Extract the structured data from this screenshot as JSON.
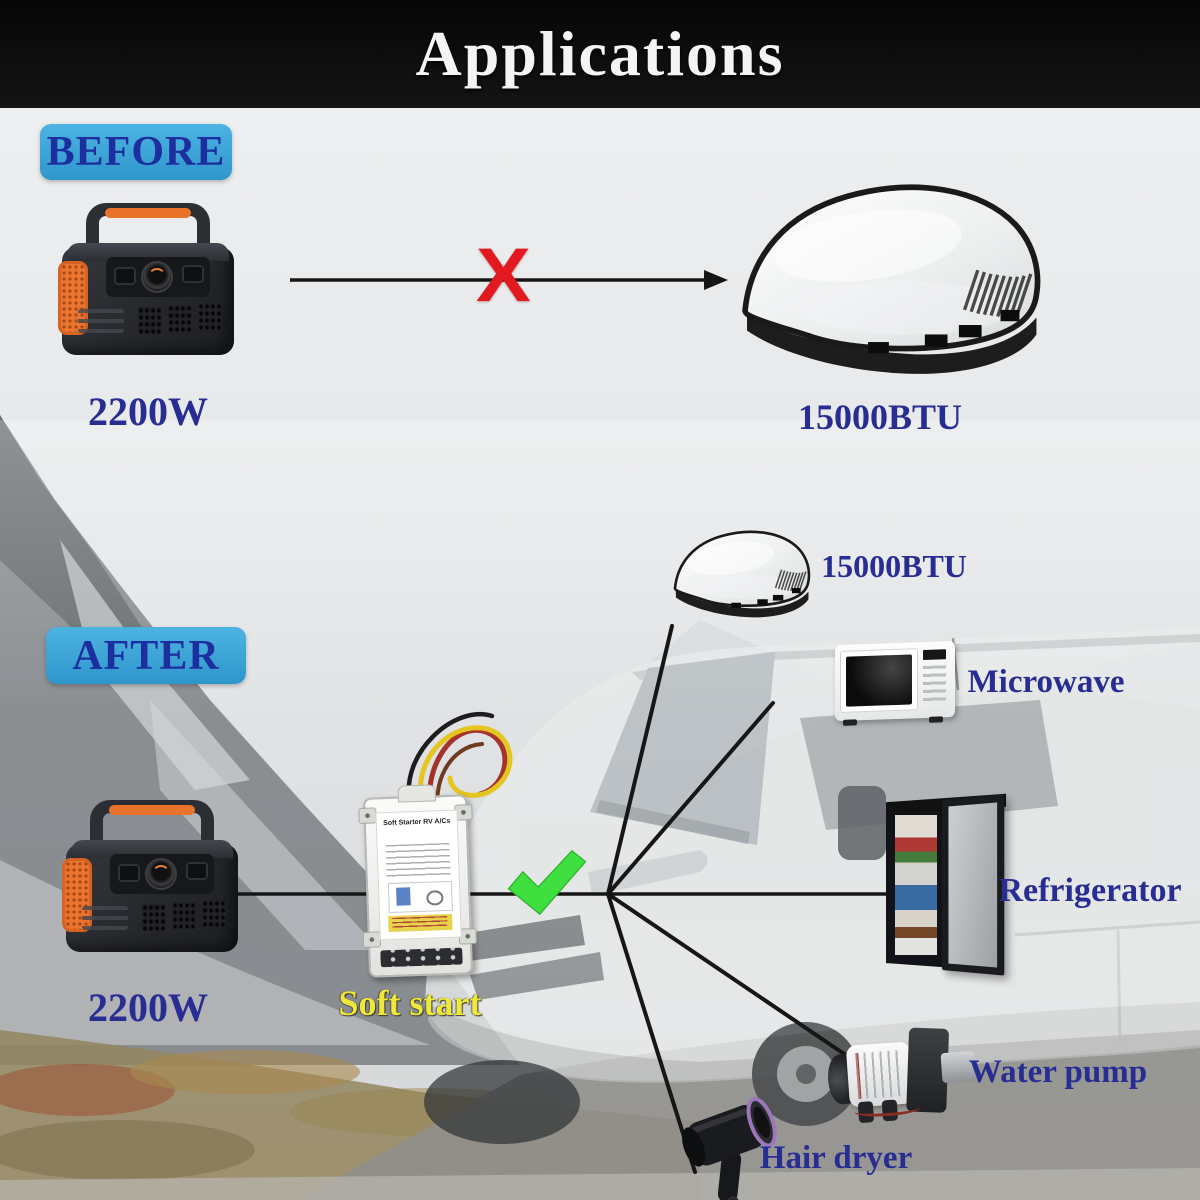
{
  "title": "Applications",
  "before": {
    "badge": "BEFORE",
    "power_station_label": "2200W",
    "ac_label": "15000BTU"
  },
  "after": {
    "badge": "AFTER",
    "power_station_label": "2200W",
    "soft_start_label": "Soft start",
    "soft_starter_device_text": "Soft Starter RV A/Cs",
    "connected_devices": [
      {
        "id": "rv-air-conditioner",
        "label": "15000BTU"
      },
      {
        "id": "microwave",
        "label": "Microwave"
      },
      {
        "id": "refrigerator",
        "label": "Refrigerator"
      },
      {
        "id": "water-pump",
        "label": "Water pump"
      },
      {
        "id": "hair-dryer",
        "label": "Hair dryer"
      }
    ]
  },
  "colors": {
    "title_bar_bg": "#0b0b0b",
    "title_text": "#f4f4f4",
    "badge_bg": "#3ba7d9",
    "badge_text": "#1d2f9f",
    "label_navy": "#272d92",
    "soft_start_yellow": "#f0e838",
    "cross_red": "#e2191f",
    "check_green": "#3fdf3f",
    "power_station_orange": "#e9732b",
    "connector_line": "#161616"
  }
}
